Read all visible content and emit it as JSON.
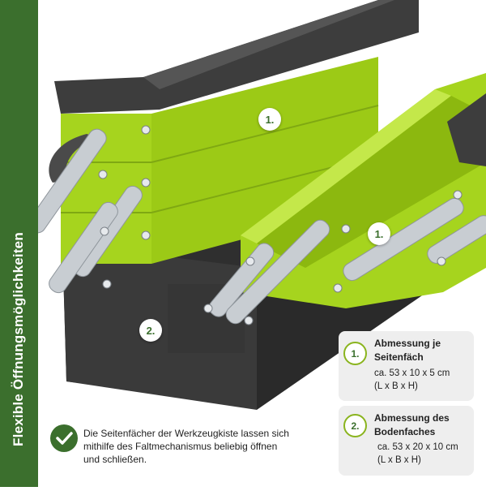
{
  "sidebar": {
    "label": "Flexible Öffnungsmöglichkeiten"
  },
  "product": {
    "body_color": "#a6d41e",
    "base_color": "#3a3a3a",
    "handle_color": "#4a4a4a",
    "bracket_color": "#c8cdd2"
  },
  "markers": {
    "upper_tray": "1.",
    "right_tray": "1.",
    "bottom": "2."
  },
  "spec_cards": [
    {
      "number": "1.",
      "title_line1": "Abmessung je",
      "title_line2": "Seitenfäch",
      "dims": "ca. 53 x 10 x 5 cm",
      "legend": "(L x B x H)"
    },
    {
      "number": "2.",
      "title_line1": "Abmessung des",
      "title_line2": "Bodenfaches",
      "dims": "ca. 53 x 20 x 10 cm",
      "legend": "(L x B x H)"
    }
  ],
  "note": {
    "line1": "Die Seitenfächer der Werkzeugkiste lassen sich",
    "line2": "mithilfe des Faltmechanismus beliebig öffnen",
    "line3": "und schließen."
  },
  "brand_color": "#3b6f2d",
  "accent_color": "#8ab41e"
}
